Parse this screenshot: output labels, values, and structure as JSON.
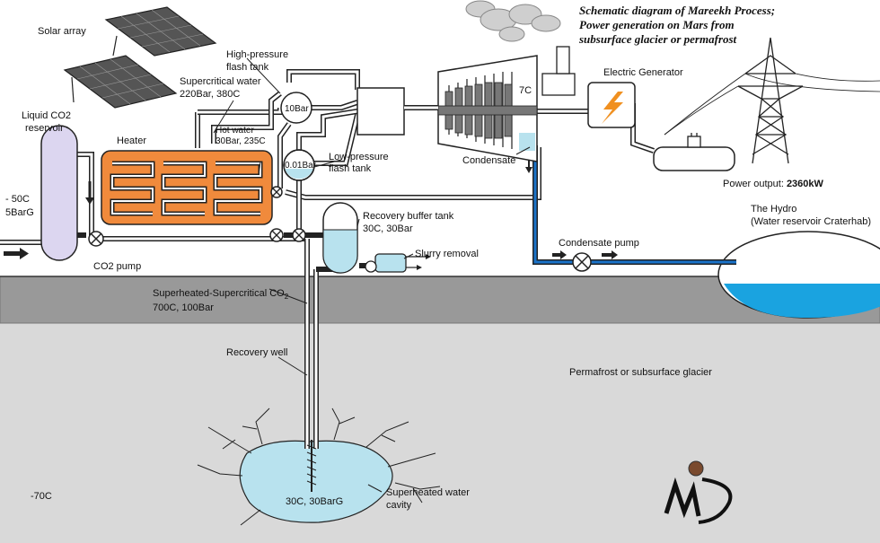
{
  "title": {
    "line1": "Schematic diagram of Mareekh Process;",
    "line2": "Power generation on Mars from",
    "line3": "subsurface glacier or permafrost"
  },
  "labels": {
    "solar_array": "Solar array",
    "liquid_co2_1": "Liquid CO2",
    "liquid_co2_2": "reservoir",
    "temp_minus50": "- 50C",
    "pressure_5barg": "5BarG",
    "heater": "Heater",
    "co2_pump": "CO2 pump",
    "supercritical_water_1": "Supercritical water",
    "supercritical_water_2": "220Bar, 380C",
    "hp_flash_1": "High-pressure",
    "hp_flash_2": "flash tank",
    "hp_tank_value": "10Bar",
    "hot_water_1": "Hot water",
    "hot_water_2": "30Bar, 235C",
    "lp_tank_value": "0.01Bar",
    "lp_flash_1": "Low-pressure",
    "lp_flash_2": "flash tank",
    "turbine_temp": "7C",
    "electric_generator": "Electric Generator",
    "condensate": "Condensate",
    "power_output_label": "Power output: ",
    "power_output_value": "2360kW",
    "hydro_1": "The Hydro",
    "hydro_2": "(Water reservoir Craterhab)",
    "recovery_buffer_1": "Recovery buffer tank",
    "recovery_buffer_2": "30C, 30Bar",
    "slurry_removal": "Slurry removal",
    "condensate_pump": "Condensate pump",
    "superheated_co2_1": "Superheated-Supercritical CO",
    "superheated_co2_sub": "2",
    "superheated_co2_2": "700C, 100Bar",
    "recovery_well": "Recovery well",
    "permafrost": "Permafrost or subsurface glacier",
    "cavity_value": "30C, 30BarG",
    "cavity_1": "Superheated water",
    "cavity_2": "cavity",
    "ambient_temp": "-70C"
  },
  "colors": {
    "ground_band": "#999999",
    "deep_ground": "#d9d9d9",
    "water": "#b8e2ee",
    "hydro_water": "#1aa3e0",
    "heater_fill": "#f08a3c",
    "co2_tank": "#dcd6f0",
    "condensate_line": "#1a73c9",
    "bolt": "#f09020",
    "solar": "#555555"
  }
}
